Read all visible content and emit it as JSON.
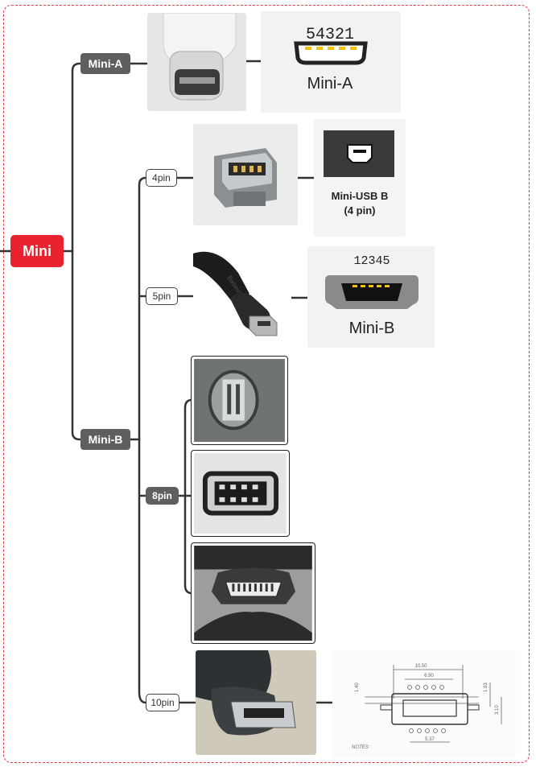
{
  "root": {
    "label": "Mini"
  },
  "branches": [
    {
      "label": "Mini-A",
      "diagram": {
        "pin_numbers": "54321",
        "caption": "Mini-A"
      }
    },
    {
      "label": "Mini-B",
      "children": [
        {
          "label": "4pin",
          "diagram": {
            "caption_line1": "Mini-USB B",
            "caption_line2": "(4 pin)"
          }
        },
        {
          "label": "5pin",
          "cable_brand": "Baseus",
          "diagram": {
            "pin_numbers": "12345",
            "caption": "Mini-B"
          }
        },
        {
          "label": "8pin"
        },
        {
          "label": "10pin",
          "drawing": {
            "dim_top": "10.50",
            "dim_inner": "6.90",
            "dim_left": "1.40",
            "dim_right1": "1.93",
            "dim_right2": "3.10",
            "dim_bottom": "5.37",
            "notes": "NOTES:"
          }
        }
      ]
    }
  ],
  "colors": {
    "root": "#e8222f",
    "branch": "#5f5f5f",
    "frame_border": "#e03a44",
    "line": "#333333"
  }
}
